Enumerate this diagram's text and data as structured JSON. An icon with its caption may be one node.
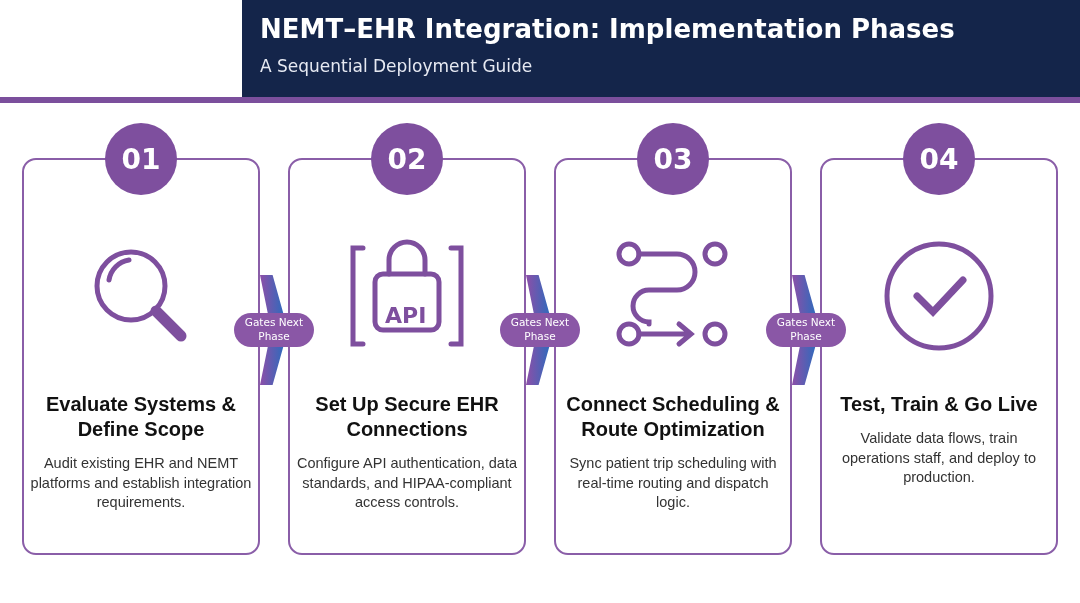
{
  "diagram": {
    "title": "NEMT–EHR Integration: Implementation Phases",
    "nodes": [
      {
        "text": [
          "01",
          "Evaluate Systems & Define Scope",
          "Audit existing EHR and NEMT platforms and establish integration requirements."
        ]
      },
      {
        "text": [
          "02",
          "Set Up Secure EHR Connections",
          "Configure API authentication, data standards, and HIPAA-compliant access controls."
        ]
      },
      {
        "text": [
          "03",
          "Connect Scheduling & Route Optimization",
          "Sync patient trip scheduling with real-time routing and dispatch logic."
        ]
      },
      {
        "text": [
          "04",
          "Test, Train & Go Live",
          "Validate data flows, train operations staff, and deploy to production."
        ]
      }
    ],
    "edges": [
      {
        "from": 0,
        "to": 1,
        "arrow": "to",
        "label": "Gates Next Phase"
      },
      {
        "from": 1,
        "to": 2,
        "arrow": "to",
        "label": "Gates Next Phase"
      },
      {
        "from": 2,
        "to": 3,
        "arrow": "to",
        "label": "Gates Next Phase"
      }
    ],
    "labels": [
      "A Sequential Deployment Guide",
      "API"
    ]
  }
}
